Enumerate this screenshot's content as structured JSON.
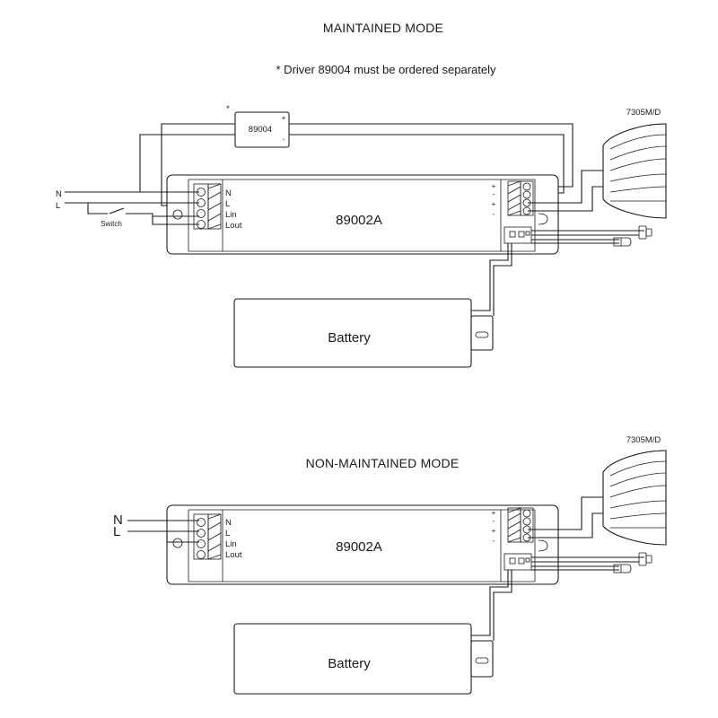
{
  "maintained": {
    "title": "MAINTAINED MODE",
    "note": "* Driver 89004 must be ordered separately",
    "driver": {
      "label": "89004",
      "star": "*",
      "plus": "+",
      "minus": "-"
    },
    "lamp_label": "7305M/D",
    "module_label": "89002A",
    "battery_label": "Battery",
    "mains": {
      "n": "N",
      "l": "L",
      "switch": "Switch"
    },
    "terminals": [
      "N",
      "L",
      "Lin",
      "Lout"
    ],
    "output_signs": [
      "+",
      "-",
      "+",
      "-"
    ]
  },
  "non_maintained": {
    "title": "NON-MAINTAINED MODE",
    "lamp_label": "7305M/D",
    "module_label": "89002A",
    "battery_label": "Battery",
    "mains": {
      "n": "N",
      "l": "L"
    },
    "terminals": [
      "N",
      "L",
      "Lin",
      "Lout"
    ],
    "output_signs": [
      "+",
      "-",
      "+",
      "-"
    ]
  }
}
